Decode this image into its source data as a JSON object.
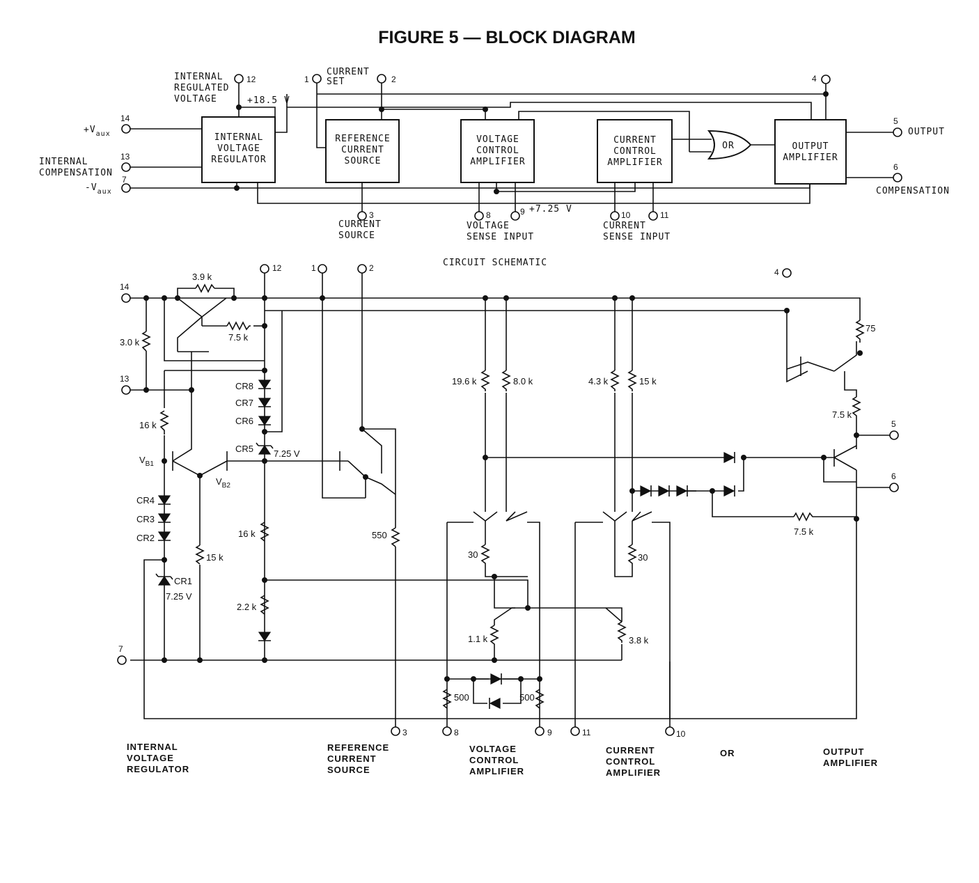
{
  "title": "FIGURE 5 — BLOCK DIAGRAM",
  "schematic_title": "CIRCUIT SCHEMATIC",
  "block": {
    "blocks": {
      "ivr": [
        "INTERNAL",
        "VOLTAGE",
        "REGULATOR"
      ],
      "rcs": [
        "REFERENCE",
        "CURRENT",
        "SOURCE"
      ],
      "vca": [
        "VOLTAGE",
        "CONTROL",
        "AMPLIFIER"
      ],
      "cca": [
        "CURRENT",
        "CONTROL",
        "AMPLIFIER"
      ],
      "or": "OR",
      "oa": [
        "OUTPUT",
        "AMPLIFIER"
      ]
    },
    "labels": {
      "vaux_plus_pre": "+V",
      "vaux_plus_sub": "aux",
      "vaux_minus_pre": "-V",
      "vaux_minus_sub": "aux",
      "internal_comp": [
        "INTERNAL",
        "COMPENSATION"
      ],
      "internal_reg_voltage": [
        "INTERNAL",
        "REGULATED",
        "VOLTAGE"
      ],
      "current_set": [
        "CURRENT",
        "SET"
      ],
      "plus_18_5": "+18.5 V",
      "plus_7_25": "+7.25 V",
      "current_source": [
        "CURRENT",
        "SOURCE"
      ],
      "voltage_sense": [
        "VOLTAGE",
        "SENSE INPUT"
      ],
      "current_sense": [
        "CURRENT",
        "SENSE INPUT"
      ],
      "output": "OUTPUT",
      "compensation": "COMPENSATION"
    },
    "pins": {
      "p14": "14",
      "p13": "13",
      "p7": "7",
      "p12": "12",
      "p1": "1",
      "p2": "2",
      "p4": "4",
      "p5": "5",
      "p6": "6",
      "p3": "3",
      "p8": "8",
      "p9": "9",
      "p10": "10",
      "p11": "11"
    }
  },
  "schematic": {
    "pins": {
      "p14": "14",
      "p13": "13",
      "p7": "7",
      "p12": "12",
      "p1": "1",
      "p2": "2",
      "p4": "4",
      "p5": "5",
      "p6": "6",
      "p3": "3",
      "p8": "8",
      "p9": "9",
      "p11": "11",
      "p10": "10"
    },
    "components": {
      "r3_9k": "3.9 k",
      "r7_5k": "7.5 k",
      "r3_0k": "3.0 k",
      "r16k_a": "16 k",
      "r15k_a": "15 k",
      "r16k_b": "16 k",
      "r2_2k": "2.2 k",
      "r550": "550",
      "r19_6k": "19.6 k",
      "r8_0k": "8.0 k",
      "r4_3k": "4.3 k",
      "r15k_b": "15 k",
      "r30_a": "30",
      "r30_b": "30",
      "r1_1k": "1.1 k",
      "r3_8k": "3.8 k",
      "r500_a": "500",
      "r500_b": "500",
      "r75": "75",
      "r7_5k_out": "7.5 k",
      "r7_5k_fb": "7.5 k"
    },
    "labels": {
      "cr8": "CR8",
      "cr7": "CR7",
      "cr6": "CR6",
      "cr5": "CR5",
      "cr4": "CR4",
      "cr3": "CR3",
      "cr2": "CR2",
      "cr1": "CR1",
      "v7_25_a": "7.25 V",
      "v7_25_b": "7.25 V",
      "vb1": "V",
      "vb1_sub": "B1",
      "vb2": "V",
      "vb2_sub": "B2"
    },
    "sections": {
      "ivr": [
        "INTERNAL",
        "VOLTAGE",
        "REGULATOR"
      ],
      "rcs": [
        "REFERENCE",
        "CURRENT",
        "SOURCE"
      ],
      "vca": [
        "VOLTAGE",
        "CONTROL",
        "AMPLIFIER"
      ],
      "cca": [
        "CURRENT",
        "CONTROL",
        "AMPLIFIER"
      ],
      "or": "OR",
      "oa": [
        "OUTPUT",
        "AMPLIFIER"
      ]
    }
  }
}
